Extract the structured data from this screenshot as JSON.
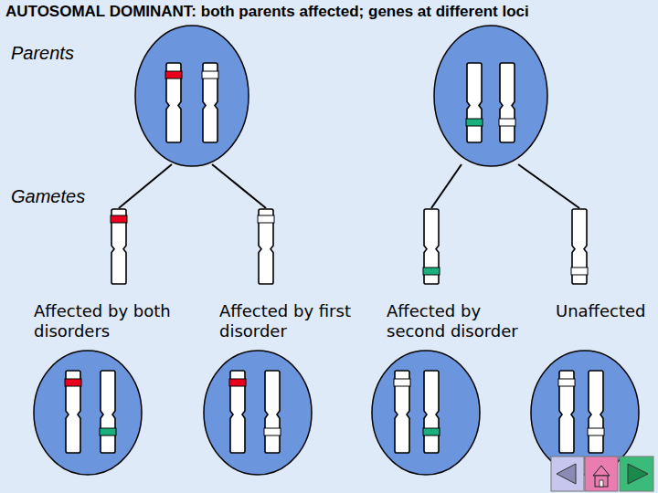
{
  "diagram": {
    "title": "AUTOSOMAL DOMINANT: both parents affected; genes at different loci",
    "nodes": [
      {
        "text": [
          "Affected by both disorders"
        ]
      },
      {
        "text": [
          "Affected by first disorder"
        ]
      },
      {
        "text": [
          "Affected by second disorder"
        ]
      },
      {
        "text": [
          "Unaffected"
        ]
      }
    ],
    "labels": [
      "Parents",
      "Gametes"
    ]
  }
}
